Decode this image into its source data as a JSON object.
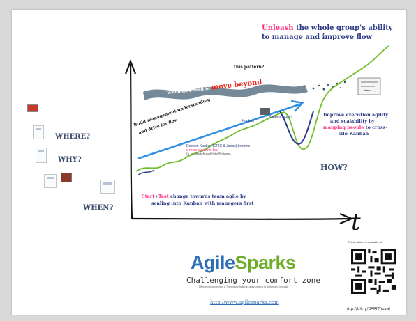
{
  "headline": {
    "highlight": "Unleash",
    "rest_line1": "the whole group's ability",
    "line2": "to manage and improve flow"
  },
  "wave_annotation": {
    "prefix": "When do I need to",
    "highlight": "move beyond",
    "suffix": "this pattern?"
  },
  "arrow_annotation": {
    "line1": "Build management understanding",
    "line2": "and drive for flow"
  },
  "questions": {
    "where": "WHERE?",
    "why": "WHY?",
    "when": "WHEN?",
    "how": "HOW?"
  },
  "right_annotation": {
    "line1": "Improve execution agility",
    "line2": "and scalability by",
    "highlight": "mapping people",
    "line3_suffix": "to cross-",
    "line4": "silo Kanban"
  },
  "bottom_annotation": {
    "highlight_a": "Start",
    "plus": "+",
    "highlight_b": "Test",
    "line1_rest": "change towards team agile by",
    "line2": "scaling into Kanban with managers first"
  },
  "time_axis": {
    "label": "t"
  },
  "small_notes": {
    "mid_a": "Kanban",
    "mid_b": "Deepen Kanban (ERIC & Jonas) become",
    "mid_c": "a more systemic tool",
    "mid_d": "(e.g. stretch-out lists/fictions)",
    "upper": "Kanban (again)"
  },
  "logo": {
    "agile": "Agile",
    "sparks": "Sparks",
    "tagline": "Challenging your comfort zone",
    "fineprint": "Effecting improvement & Technology Agility in organizations to deliver and innovate",
    "url": "http://www.agilesparks.com"
  },
  "qr": {
    "caption": "Presentation is available at:",
    "link": "http://bit.ly/BARIT-Yuval"
  },
  "colors": {
    "accent_pink": "#ff2f7f",
    "accent_red": "#e8261c",
    "green": "#6fbf2a",
    "blue_arrow": "#2f8fe0",
    "navy": "#2d3c86",
    "logo_blue": "#2f6fb6",
    "logo_green": "#6fae2a"
  }
}
